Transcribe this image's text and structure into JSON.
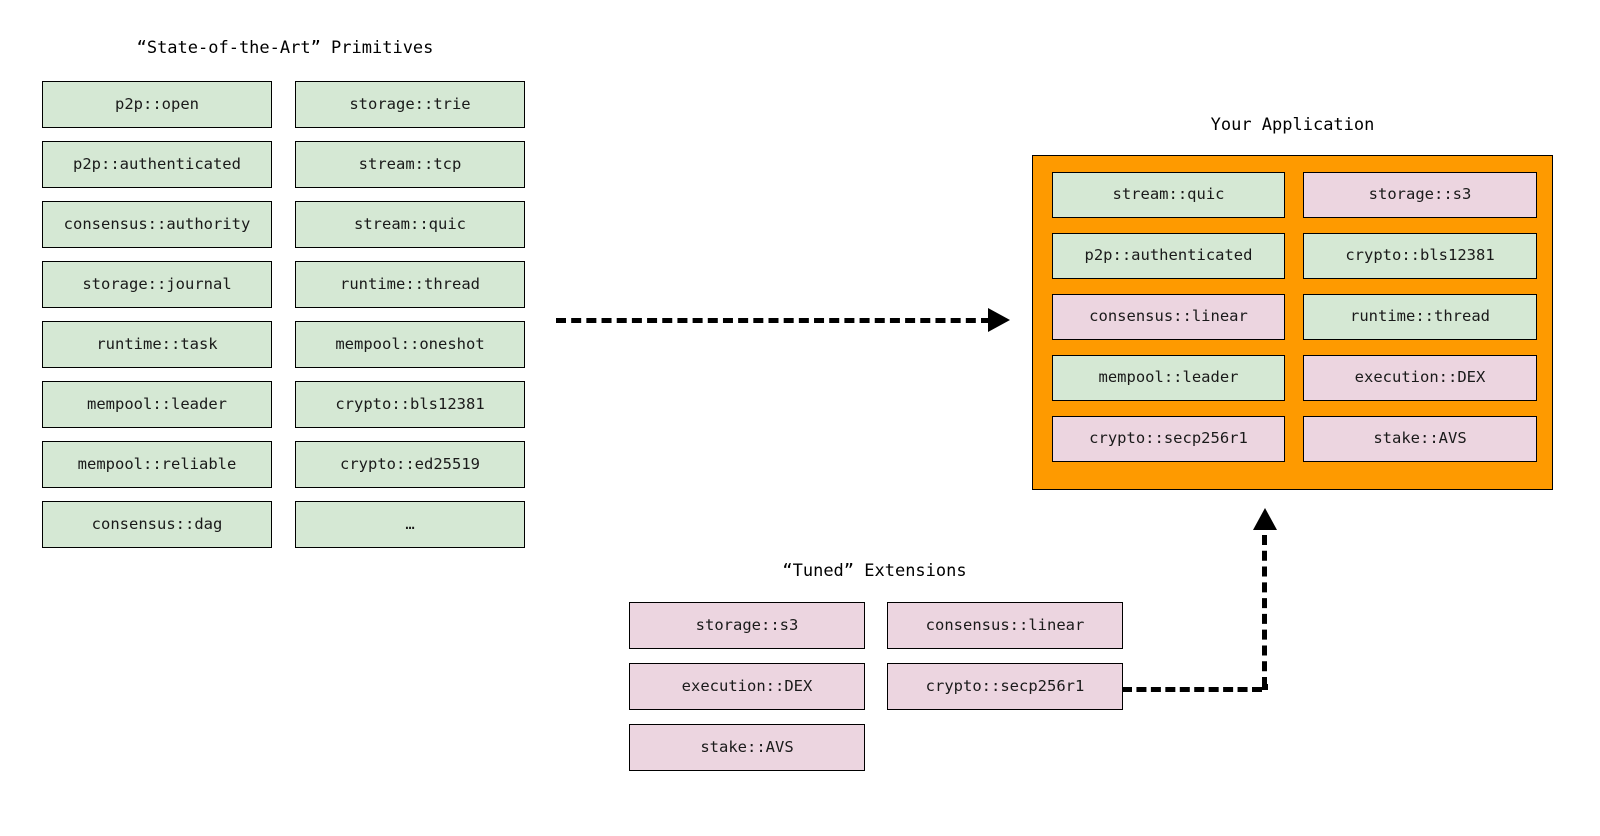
{
  "diagram": {
    "title_primitives": "“State-of-the-Art” Primitives",
    "title_application": "Your Application",
    "title_extensions": "“Tuned” Extensions",
    "colors": {
      "primitive_green": "#d5e8d4",
      "extension_pink": "#ecd5e0",
      "application_orange": "#fe9a00",
      "stroke": "#000000",
      "background": "#ffffff"
    }
  },
  "primitives": {
    "column_left": [
      {
        "label": "p2p::open",
        "kind": "primitive"
      },
      {
        "label": "p2p::authenticated",
        "kind": "primitive"
      },
      {
        "label": "consensus::authority",
        "kind": "primitive"
      },
      {
        "label": "storage::journal",
        "kind": "primitive"
      },
      {
        "label": "runtime::task",
        "kind": "primitive"
      },
      {
        "label": "mempool::leader",
        "kind": "primitive"
      },
      {
        "label": "mempool::reliable",
        "kind": "primitive"
      },
      {
        "label": "consensus::dag",
        "kind": "primitive"
      }
    ],
    "column_right": [
      {
        "label": "storage::trie",
        "kind": "primitive"
      },
      {
        "label": "stream::tcp",
        "kind": "primitive"
      },
      {
        "label": "stream::quic",
        "kind": "primitive"
      },
      {
        "label": "runtime::thread",
        "kind": "primitive"
      },
      {
        "label": "mempool::oneshot",
        "kind": "primitive"
      },
      {
        "label": "crypto::bls12381",
        "kind": "primitive"
      },
      {
        "label": "crypto::ed25519",
        "kind": "primitive"
      },
      {
        "label": "…",
        "kind": "primitive"
      }
    ]
  },
  "application": {
    "column_left": [
      {
        "label": "stream::quic",
        "kind": "primitive"
      },
      {
        "label": "p2p::authenticated",
        "kind": "primitive"
      },
      {
        "label": "consensus::linear",
        "kind": "extension"
      },
      {
        "label": "mempool::leader",
        "kind": "primitive"
      },
      {
        "label": "crypto::secp256r1",
        "kind": "extension"
      }
    ],
    "column_right": [
      {
        "label": "storage::s3",
        "kind": "extension"
      },
      {
        "label": "crypto::bls12381",
        "kind": "primitive"
      },
      {
        "label": "runtime::thread",
        "kind": "primitive"
      },
      {
        "label": "execution::DEX",
        "kind": "extension"
      },
      {
        "label": "stake::AVS",
        "kind": "extension"
      }
    ]
  },
  "extensions": {
    "column_left": [
      {
        "label": "storage::s3",
        "kind": "extension"
      },
      {
        "label": "execution::DEX",
        "kind": "extension"
      },
      {
        "label": "stake::AVS",
        "kind": "extension"
      }
    ],
    "column_right": [
      {
        "label": "consensus::linear",
        "kind": "extension"
      },
      {
        "label": "crypto::secp256r1",
        "kind": "extension"
      }
    ]
  },
  "arrows": [
    {
      "name": "primitives-to-application",
      "style": "dashed",
      "direction": "right"
    },
    {
      "name": "extensions-to-application",
      "style": "dashed",
      "direction": "up-elbow"
    }
  ]
}
